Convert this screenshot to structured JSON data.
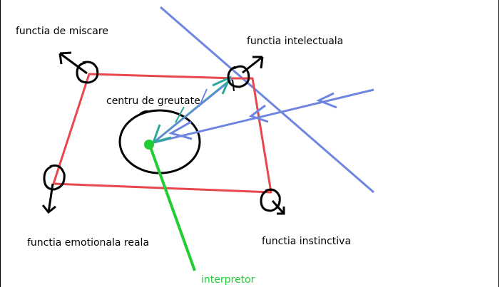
{
  "labels": {
    "miscare": "functia de miscare",
    "intelectuala": "functia intelectuala",
    "greutate": "centru de greutate",
    "emotionala": "functia emotionala reala",
    "instinctiva": "functia instinctiva",
    "interpretor": "interpretor"
  },
  "colors": {
    "quad": "#e8474c",
    "blue": "#6f86e0",
    "teal": "#2ca89a",
    "green": "#22cc33",
    "ink": "#000000"
  }
}
